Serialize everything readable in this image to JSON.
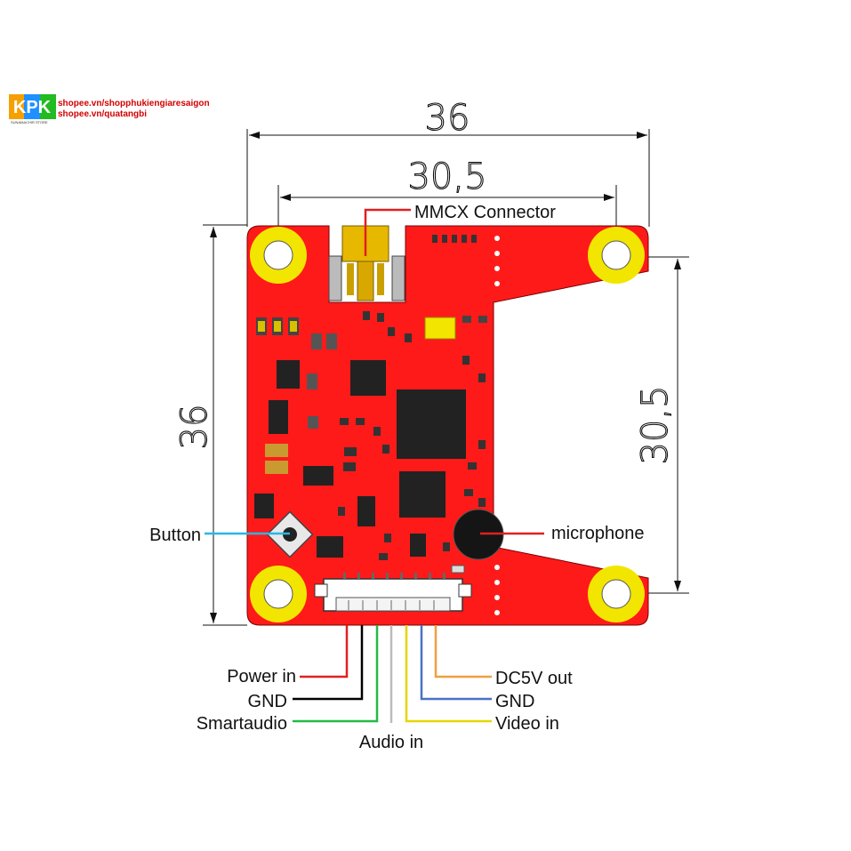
{
  "watermark": {
    "logo_text": "KPK",
    "store_text": "SUNAMACHIR STORE",
    "line1": "shopee.vn/shopphukiengiaresaigon",
    "line2": "shopee.vn/quatangbi"
  },
  "dimensions": {
    "top_outer": "36",
    "top_inner": "30,5",
    "left_height": "36",
    "right_height": "30,5"
  },
  "labels": {
    "mmcx": "MMCX  Connector",
    "button": "Button",
    "microphone": "microphone",
    "power_in": "Power in",
    "gnd_left": "GND",
    "smartaudio": "Smartaudio",
    "audio_in": "Audio in",
    "dc5v_out": "DC5V out",
    "gnd_right": "GND",
    "video_in": "Video in"
  },
  "colors": {
    "pcb": "#ff1a1a",
    "pad": "#f2e600",
    "power_in": "#e02020",
    "gnd_left": "#000000",
    "smartaudio": "#22bb44",
    "audio_in": "#bbbbbb",
    "video_in": "#e6d600",
    "gnd_right": "#4a70c8",
    "dc5v_out": "#f0a040",
    "button": "#29b6e8",
    "mmcx": "#e02020",
    "microphone": "#e02020"
  }
}
